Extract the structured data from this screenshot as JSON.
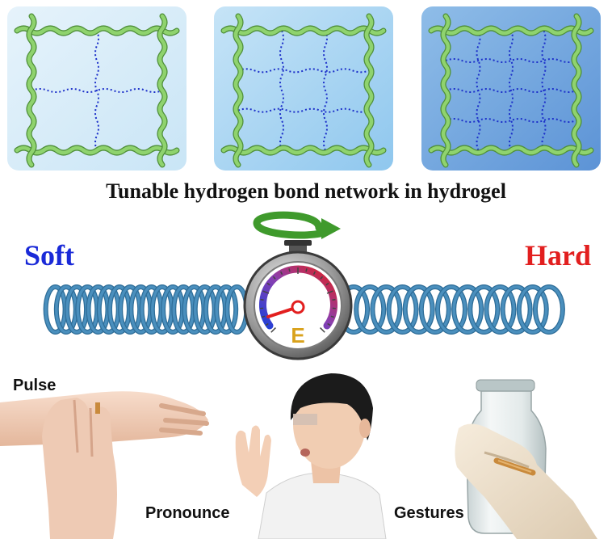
{
  "title": "Tunable hydrogen bond network in hydrogel",
  "soft_label": "Soft",
  "hard_label": "Hard",
  "gauge_letter": "E",
  "applications": {
    "pulse": "Pulse",
    "pronounce": "Pronounce",
    "gestures": "Gestures"
  },
  "colors": {
    "soft": "#1a2ad8",
    "hard": "#e21f1f",
    "chain": "#8fd36e",
    "hbond": "#1c2fc9",
    "spring": "#4a8fbd",
    "arrow": "#3f9a2c",
    "e_letter": "#d9a21c"
  },
  "panels": [
    {
      "hbond_density": "low",
      "bg": "light-blue"
    },
    {
      "hbond_density": "medium",
      "bg": "blue"
    },
    {
      "hbond_density": "high",
      "bg": "dark-blue"
    }
  ]
}
